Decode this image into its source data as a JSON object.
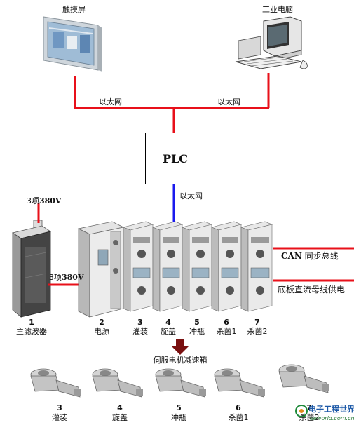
{
  "devices": {
    "touchscreen_label": "触摸屏",
    "pc_label": "工业电脑",
    "plc_label": "PLC"
  },
  "network": {
    "ethernet_left": "以太网",
    "ethernet_right": "以太网",
    "ethernet_plc": "以太网"
  },
  "power": {
    "input_phase": "3项",
    "input_voltage": "380V",
    "filter_out_phase": "3项",
    "filter_out_voltage": "380V"
  },
  "buses": {
    "can_name": "CAN",
    "can_rest": "同步总线",
    "dc_bus": "底板直流母线供电"
  },
  "modules": [
    {
      "num": "1",
      "name": "主滤波器"
    },
    {
      "num": "2",
      "name": "电源"
    },
    {
      "num": "3",
      "name": "灌装"
    },
    {
      "num": "4",
      "name": "旋盖"
    },
    {
      "num": "5",
      "name": "冲瓶"
    },
    {
      "num": "6",
      "name": "杀菌1"
    },
    {
      "num": "7",
      "name": "杀菌2"
    }
  ],
  "motors_title": "伺服电机减速箱",
  "motors": [
    {
      "num": "3",
      "name": "灌装"
    },
    {
      "num": "4",
      "name": "旋盖"
    },
    {
      "num": "5",
      "name": "冲瓶"
    },
    {
      "num": "6",
      "name": "杀菌1"
    },
    {
      "num": "7",
      "name": "杀菌2"
    }
  ],
  "watermark": {
    "brand": "电子工程世界",
    "url": "eeworld.com.cn"
  },
  "colors": {
    "ethernet": "#e8101a",
    "can_bus": "#1a1aee",
    "arrow": "#7a1010"
  }
}
